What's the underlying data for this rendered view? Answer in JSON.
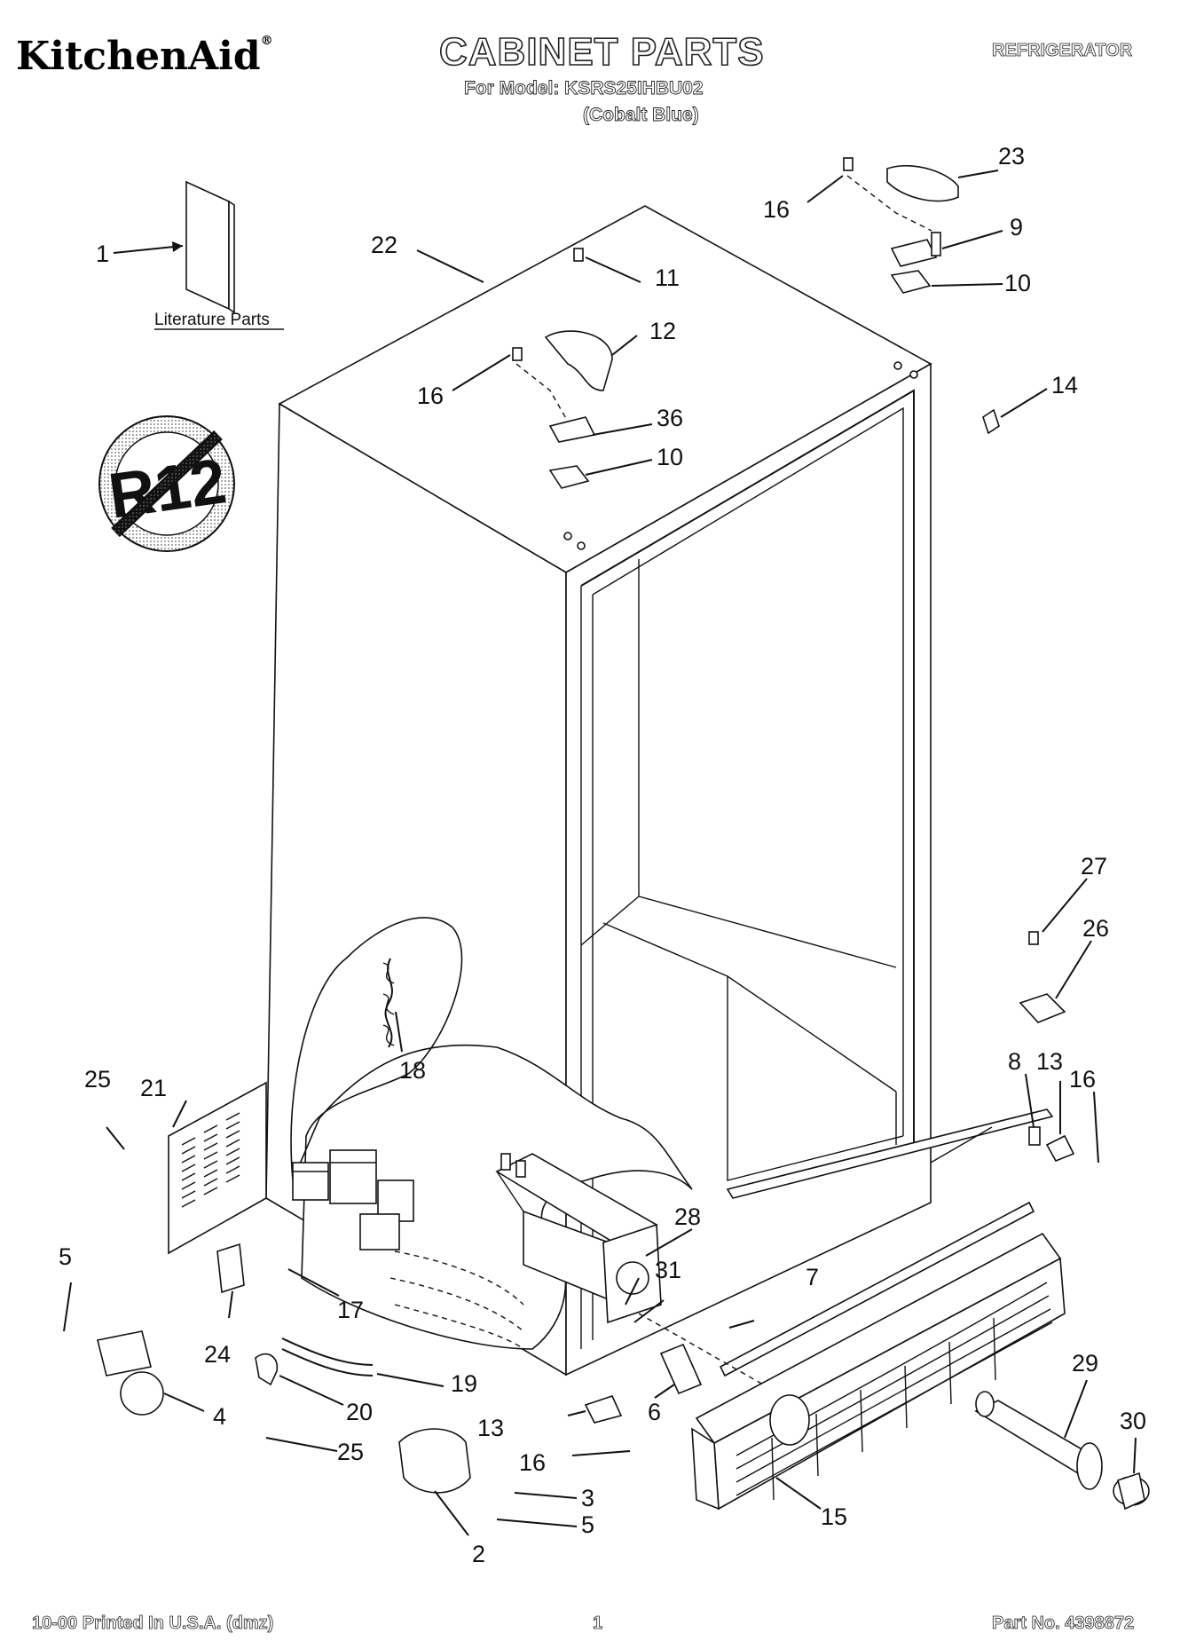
{
  "header": {
    "brand": "KitchenAid",
    "title": "CABINET PARTS",
    "model_line": "For Model: KSRS25IHBU02",
    "color_line": "(Cobalt Blue)",
    "category": "REFRIGERATOR"
  },
  "badge": {
    "text": "R12",
    "icon": "no-r12-refrigerant-icon"
  },
  "literature": {
    "label": "Literature Parts"
  },
  "callouts": {
    "c1": "1",
    "c2": "2",
    "c3": "3",
    "c4": "4",
    "c5a": "5",
    "c5b": "5",
    "c6": "6",
    "c7": "7",
    "c8": "8",
    "c9": "9",
    "c10a": "10",
    "c10b": "10",
    "c11": "11",
    "c12": "12",
    "c13a": "13",
    "c13b": "13",
    "c14": "14",
    "c15": "15",
    "c16a": "16",
    "c16b": "16",
    "c16c": "16",
    "c16d": "16",
    "c17": "17",
    "c18": "18",
    "c19": "19",
    "c20": "20",
    "c21": "21",
    "c22": "22",
    "c23": "23",
    "c24": "24",
    "c25a": "25",
    "c25b": "25",
    "c26": "26",
    "c27": "27",
    "c28": "28",
    "c29": "29",
    "c30": "30",
    "c31": "31",
    "c36": "36"
  },
  "footer": {
    "printed": "10-00 Printed In U.S.A. (dmz)",
    "page": "1",
    "part_no": "Part No. 4398872"
  }
}
